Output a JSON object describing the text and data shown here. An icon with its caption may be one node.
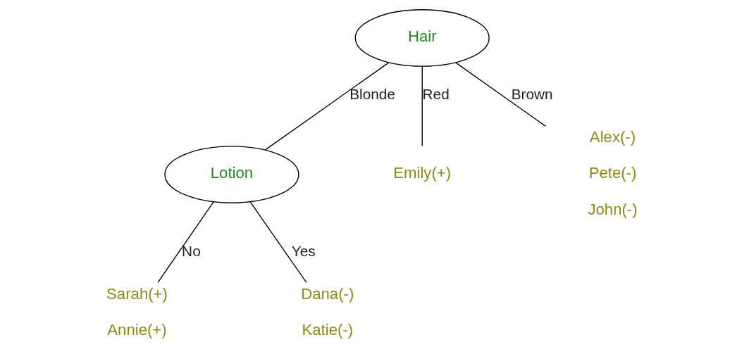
{
  "diagram": {
    "nodes": [
      {
        "text": [
          "Hair"
        ]
      },
      {
        "text": [
          "Lotion"
        ]
      },
      {
        "text": [
          "Emily(+)"
        ]
      },
      {
        "text": [
          "Alex(-)",
          "Pete(-)",
          "John(-)"
        ]
      },
      {
        "text": [
          "Sarah(+)",
          "Annie(+)"
        ]
      },
      {
        "text": [
          "Dana(-)",
          "Katie(-)"
        ]
      }
    ],
    "edges": [
      {
        "from": 0,
        "to": 1,
        "arrow": "none",
        "label": "Blonde"
      },
      {
        "from": 0,
        "to": 2,
        "arrow": "none",
        "label": "Red"
      },
      {
        "from": 0,
        "to": 3,
        "arrow": "none",
        "label": "Brown"
      },
      {
        "from": 1,
        "to": 4,
        "arrow": "none",
        "label": "No"
      },
      {
        "from": 1,
        "to": 5,
        "arrow": "none",
        "label": "Yes"
      }
    ]
  }
}
